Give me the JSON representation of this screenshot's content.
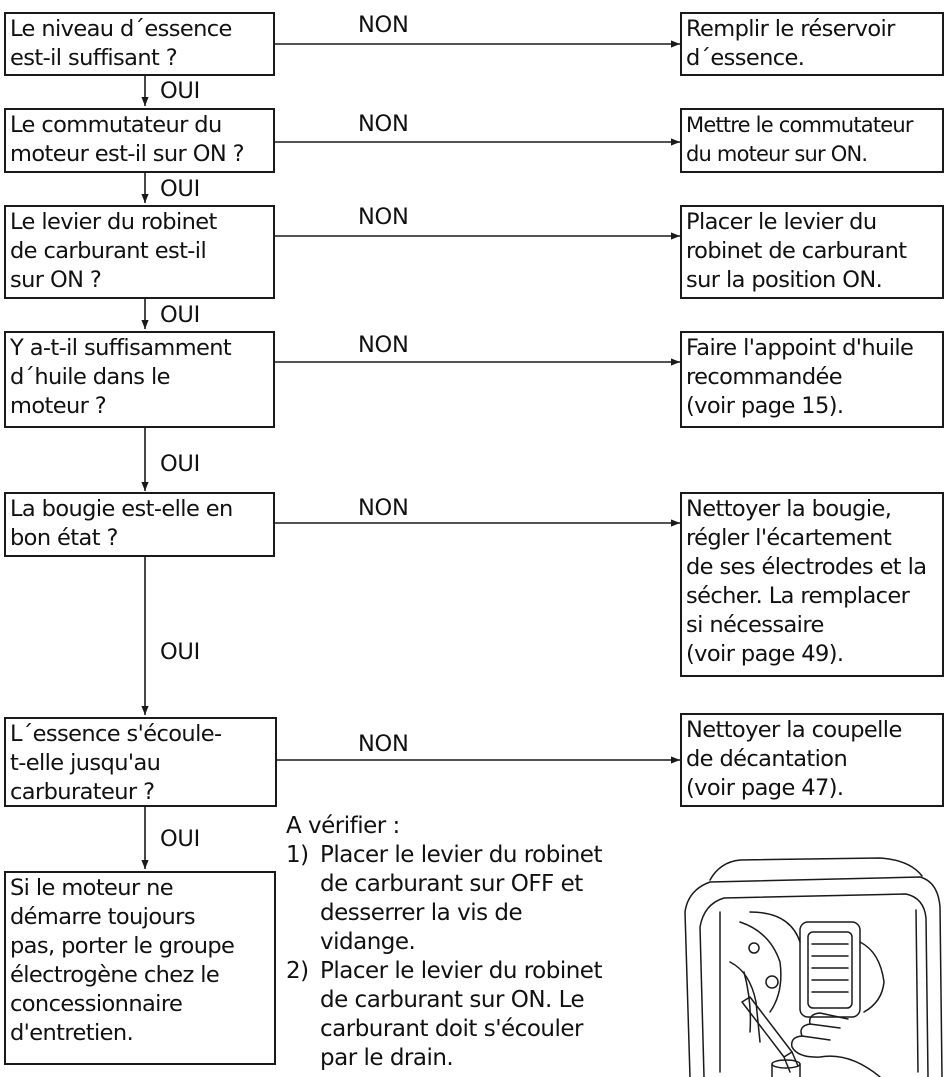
{
  "labels": {
    "yes": "OUI",
    "no": "NON"
  },
  "questions": [
    {
      "lines": [
        "Le niveau d´essence",
        "est-il suffisant ?"
      ]
    },
    {
      "lines": [
        "Le commutateur du",
        "moteur est-il sur ON ?"
      ]
    },
    {
      "lines": [
        "Le levier du robinet",
        "de carburant est-il",
        "sur ON ?"
      ]
    },
    {
      "lines": [
        "Y a-t-il suffisamment",
        "d´huile dans le",
        "moteur ?"
      ]
    },
    {
      "lines": [
        "La bougie est-elle en",
        "bon état ?"
      ]
    },
    {
      "lines": [
        "L´essence s'écoule-",
        "t-elle jusqu'au",
        "carburateur ?"
      ]
    }
  ],
  "actions": [
    {
      "lines": [
        "Remplir le réservoir",
        "d´essence."
      ]
    },
    {
      "lines": [
        "Mettre le commutateur",
        "du moteur sur ON."
      ]
    },
    {
      "lines": [
        "Placer le levier du",
        "robinet de carburant",
        "sur la position ON."
      ]
    },
    {
      "lines": [
        "Faire l'appoint d'huile",
        "recommandée",
        "(voir page 15)."
      ]
    },
    {
      "lines": [
        "Nettoyer la bougie,",
        "régler l'écartement",
        "de ses électrodes et la",
        "sécher. La remplacer",
        "si nécessaire",
        "(voir page 49)."
      ]
    },
    {
      "lines": [
        "Nettoyer la coupelle",
        "de décantation",
        "(voir page 47)."
      ]
    }
  ],
  "final": {
    "lines": [
      "Si le moteur ne",
      "démarre toujours",
      "pas, porter le groupe",
      "électrogène chez le",
      "concessionnaire",
      "d'entretien."
    ]
  },
  "check": {
    "title": "A vérifier :",
    "items": [
      {
        "num": "1)",
        "lines": [
          "Placer le levier du robinet",
          "de carburant sur OFF et",
          "desserrer la vis de",
          "vidange."
        ]
      },
      {
        "num": "2)",
        "lines": [
          "Placer le levier du robinet",
          "de carburant sur ON. Le",
          "carburant doit s'écouler",
          "par le drain."
        ]
      }
    ]
  }
}
